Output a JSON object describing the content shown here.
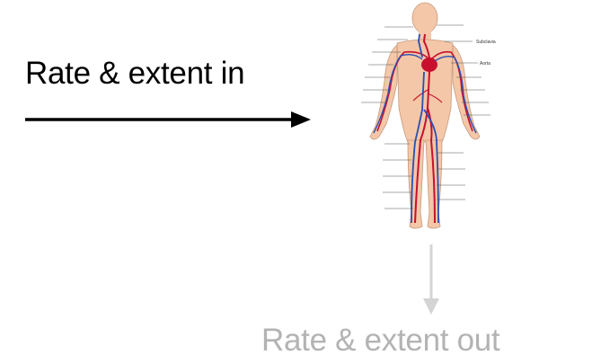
{
  "input_label": "Rate & extent in",
  "output_label": "Rate & extent out",
  "figure_labels": {
    "subclavian": "Subclavia",
    "aorta": "Aorta"
  },
  "colors": {
    "input_text": "#000000",
    "output_text": "#b3b3b3",
    "input_arrow": "#000000",
    "output_arrow": "#d4d4d4",
    "artery": "#c8102e",
    "vein": "#2b4fb3",
    "skin": "#f3c7a8"
  },
  "icons": {
    "input_arrow": "arrow-right-icon",
    "output_arrow": "arrow-down-icon",
    "figure": "circulatory-system-figure"
  }
}
